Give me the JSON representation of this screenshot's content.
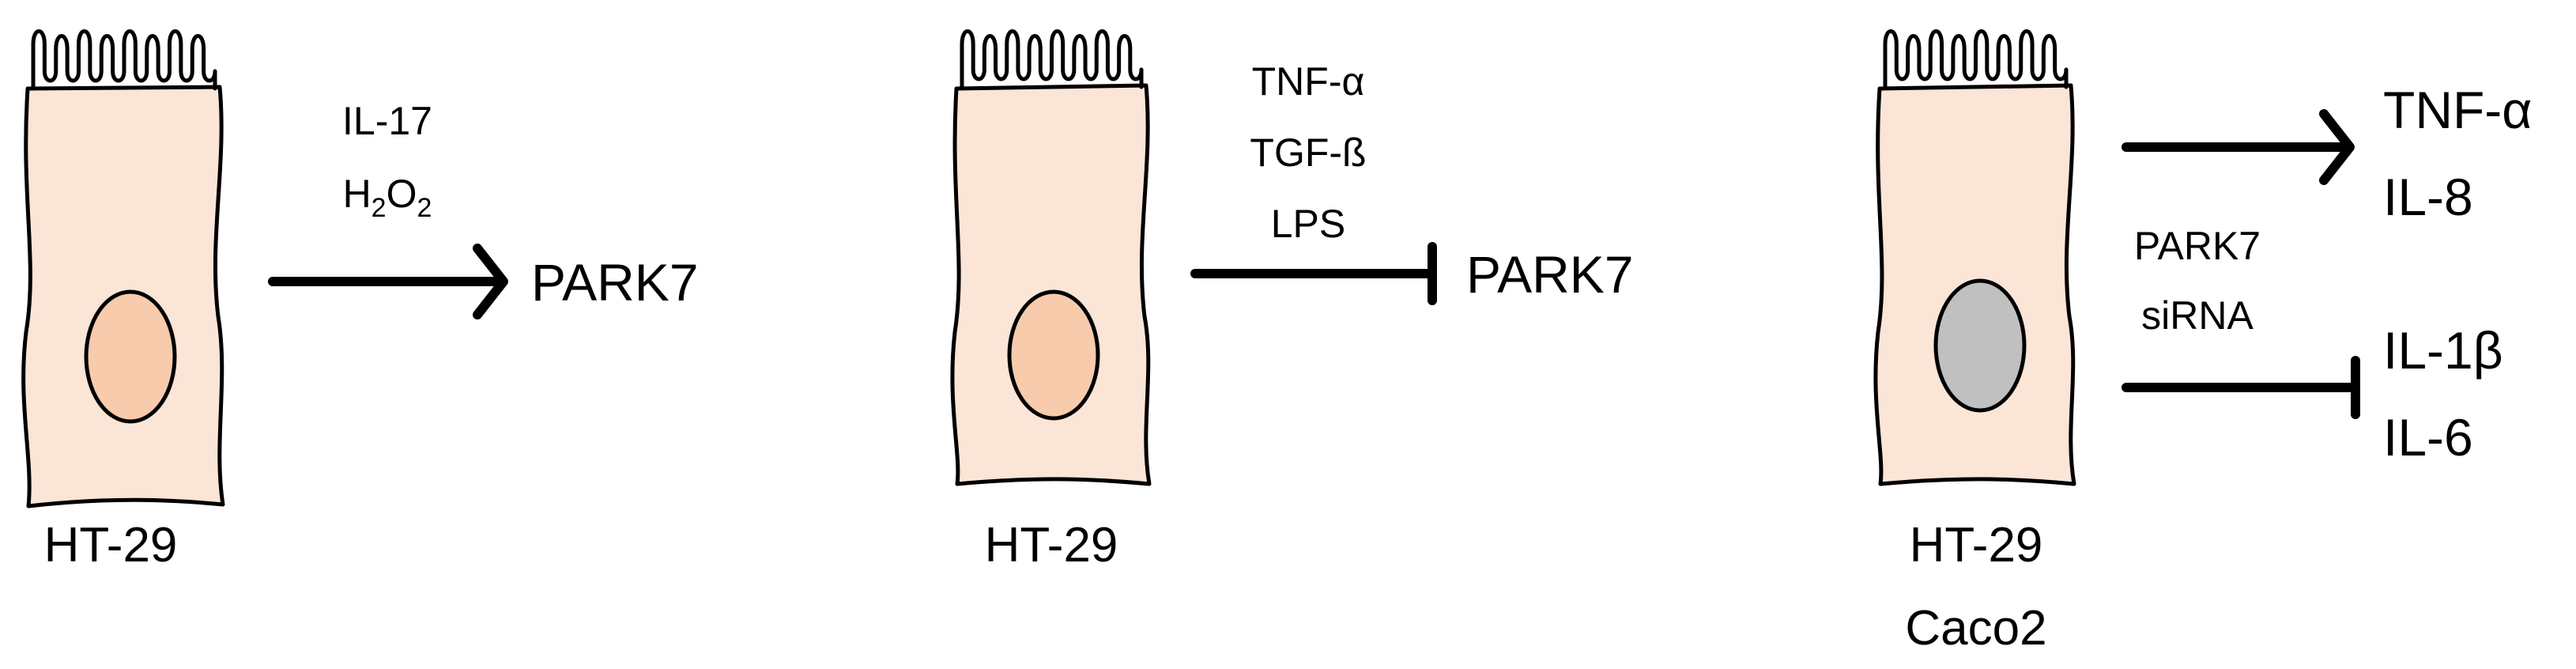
{
  "colors": {
    "cell_fill": "#fbe5d6",
    "nucleus_normal": "#f8cbad",
    "nucleus_knockdown": "#c0c0c0",
    "line": "#000000"
  },
  "panels": [
    {
      "cell_labels": [
        "HT-29"
      ],
      "stimuli": [
        "IL-17",
        "H2O2"
      ],
      "stimuli_display": [
        {
          "text": "IL-17"
        },
        {
          "base1": "H",
          "sub1": "2",
          "base2": "O",
          "sub2": "2"
        }
      ],
      "effect": "induces",
      "target": "PARK7",
      "nucleus": "normal"
    },
    {
      "cell_labels": [
        "HT-29"
      ],
      "stimuli": [
        "TNF-α",
        "TGF-ß",
        "LPS"
      ],
      "effect": "inhibits",
      "target": "PARK7",
      "nucleus": "normal"
    },
    {
      "cell_labels": [
        "HT-29",
        "Caco2"
      ],
      "stimuli": [
        "PARK7",
        "siRNA"
      ],
      "nucleus": "knockdown",
      "outcomes": [
        {
          "effect": "induces",
          "targets": [
            "TNF-α",
            "IL-8"
          ]
        },
        {
          "effect": "inhibits",
          "targets": [
            "IL-1β",
            "IL-6"
          ]
        }
      ]
    }
  ]
}
